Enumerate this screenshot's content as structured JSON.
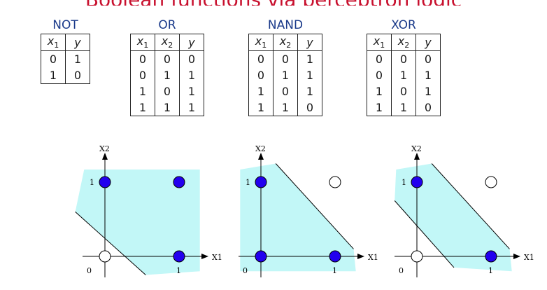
{
  "title": "Boolean functions via perceptron logic",
  "tables": [
    {
      "id": "not",
      "title": "NOT",
      "headers": [
        "x1",
        "y"
      ],
      "rows": [
        [
          "0",
          "1"
        ],
        [
          "1",
          "0"
        ]
      ]
    },
    {
      "id": "or",
      "title": "OR",
      "headers": [
        "x1",
        "x2",
        "y"
      ],
      "rows": [
        [
          "0",
          "0",
          "0"
        ],
        [
          "0",
          "1",
          "1"
        ],
        [
          "1",
          "0",
          "1"
        ],
        [
          "1",
          "1",
          "1"
        ]
      ]
    },
    {
      "id": "nand",
      "title": "NAND",
      "headers": [
        "x1",
        "x2",
        "y"
      ],
      "rows": [
        [
          "0",
          "0",
          "1"
        ],
        [
          "0",
          "1",
          "1"
        ],
        [
          "1",
          "0",
          "1"
        ],
        [
          "1",
          "1",
          "0"
        ]
      ]
    },
    {
      "id": "xor",
      "title": "XOR",
      "headers": [
        "x1",
        "x2",
        "y"
      ],
      "rows": [
        [
          "0",
          "0",
          "0"
        ],
        [
          "0",
          "1",
          "1"
        ],
        [
          "1",
          "0",
          "1"
        ],
        [
          "1",
          "1",
          "0"
        ]
      ]
    }
  ],
  "plots": [
    {
      "id": "or",
      "xlabel": "X1",
      "ylabel": "X2",
      "origin": "0",
      "tick_x": "1",
      "tick_y": "1",
      "points": [
        {
          "x": 0,
          "y": 0,
          "filled": false
        },
        {
          "x": 0,
          "y": 1,
          "filled": true
        },
        {
          "x": 1,
          "y": 0,
          "filled": true
        },
        {
          "x": 1,
          "y": 1,
          "filled": true
        }
      ],
      "lines": [
        [
          -0.4,
          0.6,
          0.55,
          -0.25
        ]
      ],
      "region": "above-line"
    },
    {
      "id": "nand",
      "xlabel": "X1",
      "ylabel": "X2",
      "origin": "0",
      "tick_x": "1",
      "tick_y": "1",
      "points": [
        {
          "x": 0,
          "y": 0,
          "filled": true
        },
        {
          "x": 0,
          "y": 1,
          "filled": true
        },
        {
          "x": 1,
          "y": 0,
          "filled": true
        },
        {
          "x": 1,
          "y": 1,
          "filled": false
        }
      ],
      "lines": [
        [
          0.2,
          1.25,
          1.25,
          0.1
        ]
      ],
      "region": "below-line"
    },
    {
      "id": "xor",
      "xlabel": "X1",
      "ylabel": "X2",
      "origin": "0",
      "tick_x": "1",
      "tick_y": "1",
      "points": [
        {
          "x": 0,
          "y": 0,
          "filled": false
        },
        {
          "x": 0,
          "y": 1,
          "filled": true
        },
        {
          "x": 1,
          "y": 0,
          "filled": true
        },
        {
          "x": 1,
          "y": 1,
          "filled": false
        }
      ],
      "lines": [
        [
          -0.3,
          0.75,
          0.5,
          -0.15
        ],
        [
          0.2,
          1.25,
          1.25,
          0.1
        ]
      ],
      "region": "between-lines"
    }
  ],
  "colors": {
    "title": "#c8102e",
    "table_title": "#1a3a8a",
    "region": "#c2f7f7",
    "point_fill": "#2200ee",
    "axis": "#000000"
  }
}
